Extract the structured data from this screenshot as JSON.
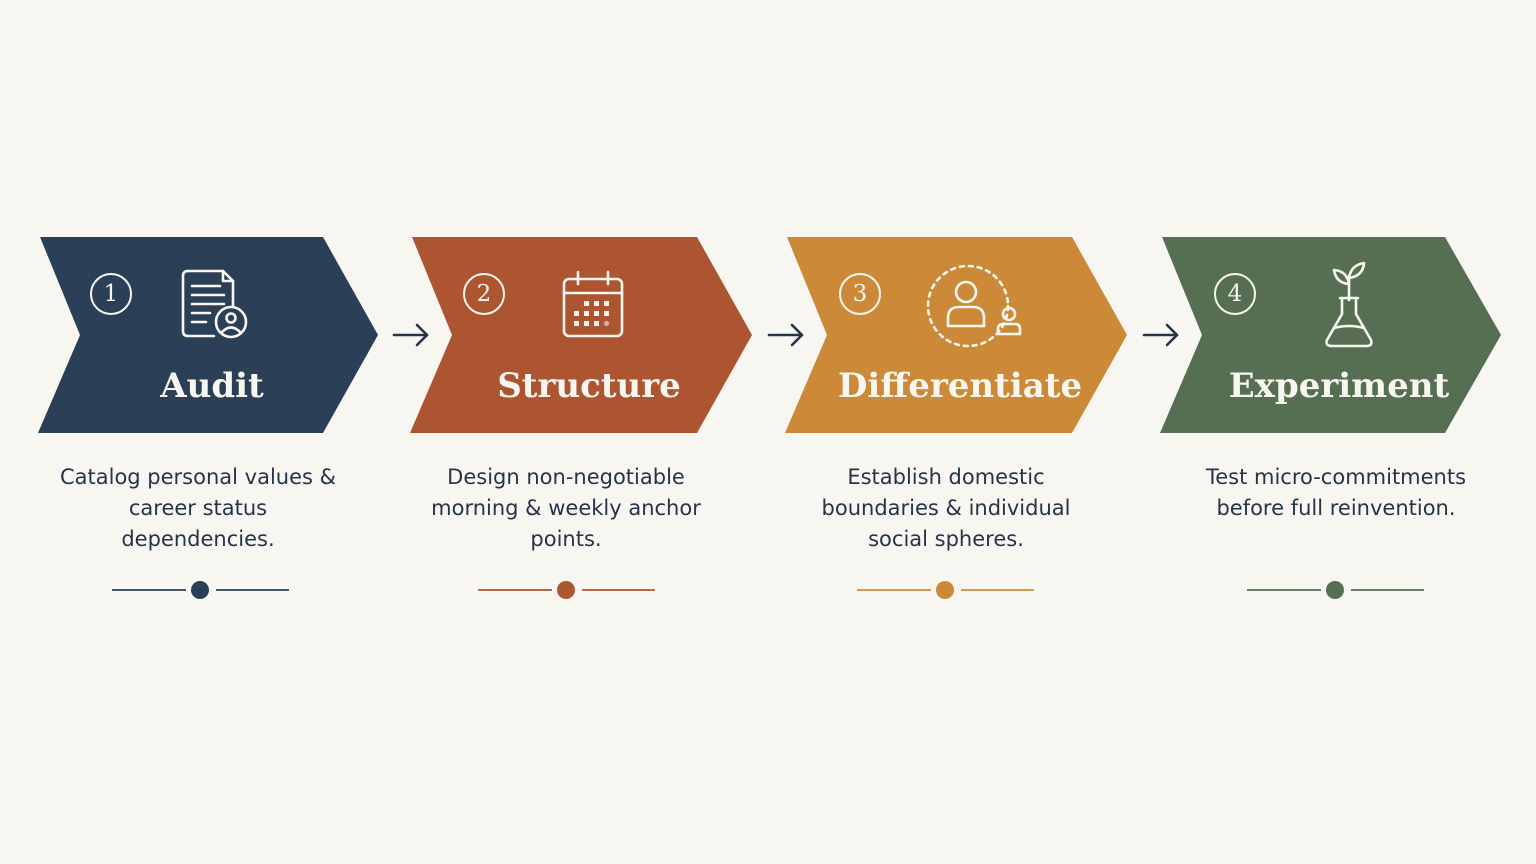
{
  "colors": {
    "background": "#f8f6f1",
    "text": "#26344a",
    "icon_stroke": "#f8f6f1",
    "arrow": "#26344a"
  },
  "steps": [
    {
      "number": "1",
      "title": "Audit",
      "description": "Catalog personal values & career status dependencies.",
      "color": "#2b3f57",
      "icon": "document-person-icon"
    },
    {
      "number": "2",
      "title": "Structure",
      "description": "Design non-negotiable morning & weekly anchor points.",
      "color": "#ad5530",
      "icon": "calendar-icon"
    },
    {
      "number": "3",
      "title": "Differentiate",
      "description": "Establish domestic boundaries & individual social spheres.",
      "color": "#cc8a38",
      "icon": "person-boundary-icon"
    },
    {
      "number": "4",
      "title": "Experiment",
      "description": "Test micro-commitments before full reinvention.",
      "color": "#566f52",
      "icon": "flask-sprout-icon"
    }
  ],
  "connectors": [
    {
      "icon": "arrow-right-icon"
    },
    {
      "icon": "arrow-right-icon"
    },
    {
      "icon": "arrow-right-icon"
    }
  ]
}
